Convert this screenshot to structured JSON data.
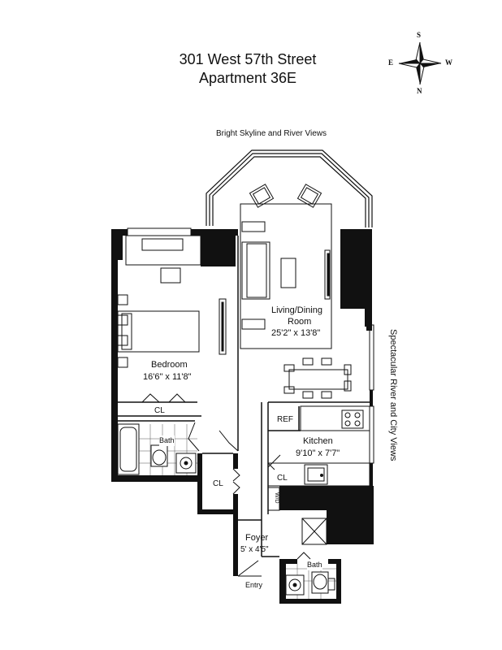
{
  "header": {
    "address": "301 West 57th Street",
    "unit": "Apartment 36E"
  },
  "compass": {
    "north": "N",
    "south": "S",
    "east": "E",
    "west": "W"
  },
  "views": {
    "top": "Bright Skyline and River Views",
    "side": "Spectacular River and City Views"
  },
  "rooms": {
    "living": {
      "name_line1": "Living/Dining",
      "name_line2": "Room",
      "size": "25'2\" x 13'8\""
    },
    "bedroom": {
      "name": "Bedroom",
      "size": "16'6\" x 11'8\""
    },
    "kitchen": {
      "name": "Kitchen",
      "size": "9'10\" x 7'7\""
    },
    "foyer": {
      "name": "Foyer",
      "size": "5' x 4'5\""
    },
    "bath1": {
      "name": "Bath"
    },
    "bath2": {
      "name": "Bath"
    },
    "closet_bedroom": {
      "name": "CL"
    },
    "closet_hall": {
      "name": "CL"
    },
    "closet_kitchen": {
      "name": "CL"
    },
    "entry": {
      "name": "Entry"
    }
  },
  "fixtures": {
    "refrigerator": "REF",
    "washer_dryer": "W/D"
  }
}
